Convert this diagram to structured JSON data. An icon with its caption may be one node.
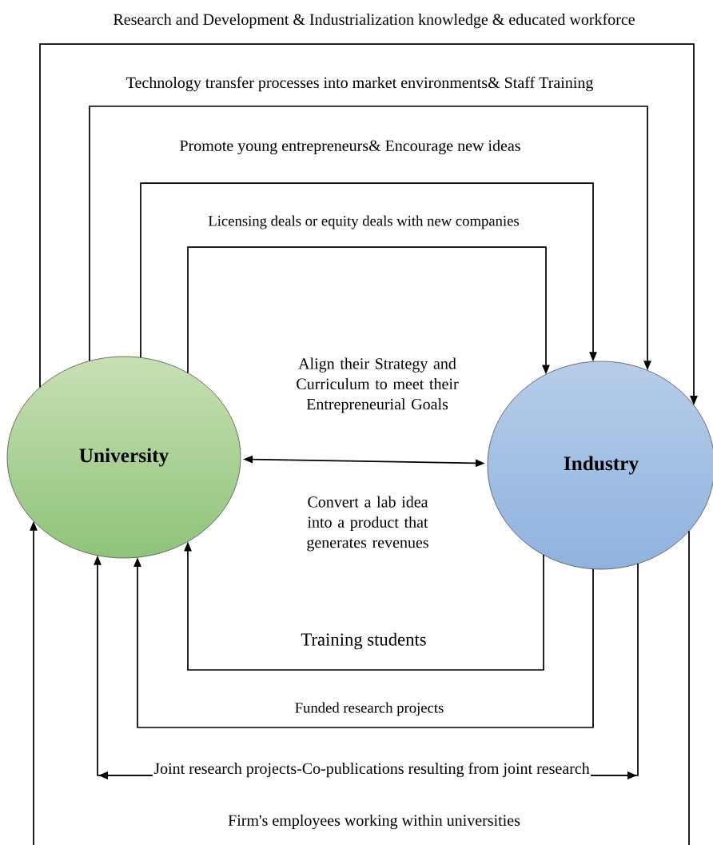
{
  "diagram": {
    "nodes": [
      {
        "text": [
          "University"
        ]
      },
      {
        "text": [
          "Industry"
        ]
      }
    ],
    "edges": [
      {
        "from": 0,
        "to": 1,
        "arrow": "to",
        "label": "Research and Development & Industrialization knowledge & educated workforce"
      },
      {
        "from": 0,
        "to": 1,
        "arrow": "to",
        "label": "Technology transfer processes into market environments& Staff Training"
      },
      {
        "from": 0,
        "to": 1,
        "arrow": "to",
        "label": "Promote young entrepreneurs& Encourage new ideas"
      },
      {
        "from": 0,
        "to": 1,
        "arrow": "to",
        "label": "Licensing deals or equity deals with new companies"
      },
      {
        "from": 0,
        "to": 1,
        "arrow": "both",
        "label": "Align their Strategy and Curriculum to meet their Entrepreneurial Goals"
      },
      {
        "from": 1,
        "to": 0,
        "arrow": "to",
        "label": "Training students"
      },
      {
        "from": 1,
        "to": 0,
        "arrow": "to",
        "label": "Funded research projects"
      },
      {
        "from": 1,
        "to": 0,
        "arrow": "to",
        "label": "Joint research projects-Co-publications resulting from joint research"
      },
      {
        "from": 1,
        "to": 0,
        "arrow": "to",
        "label": "Firm's employees working within universities"
      }
    ],
    "labels": [
      "Convert a lab idea into a product that generates revenues"
    ]
  }
}
